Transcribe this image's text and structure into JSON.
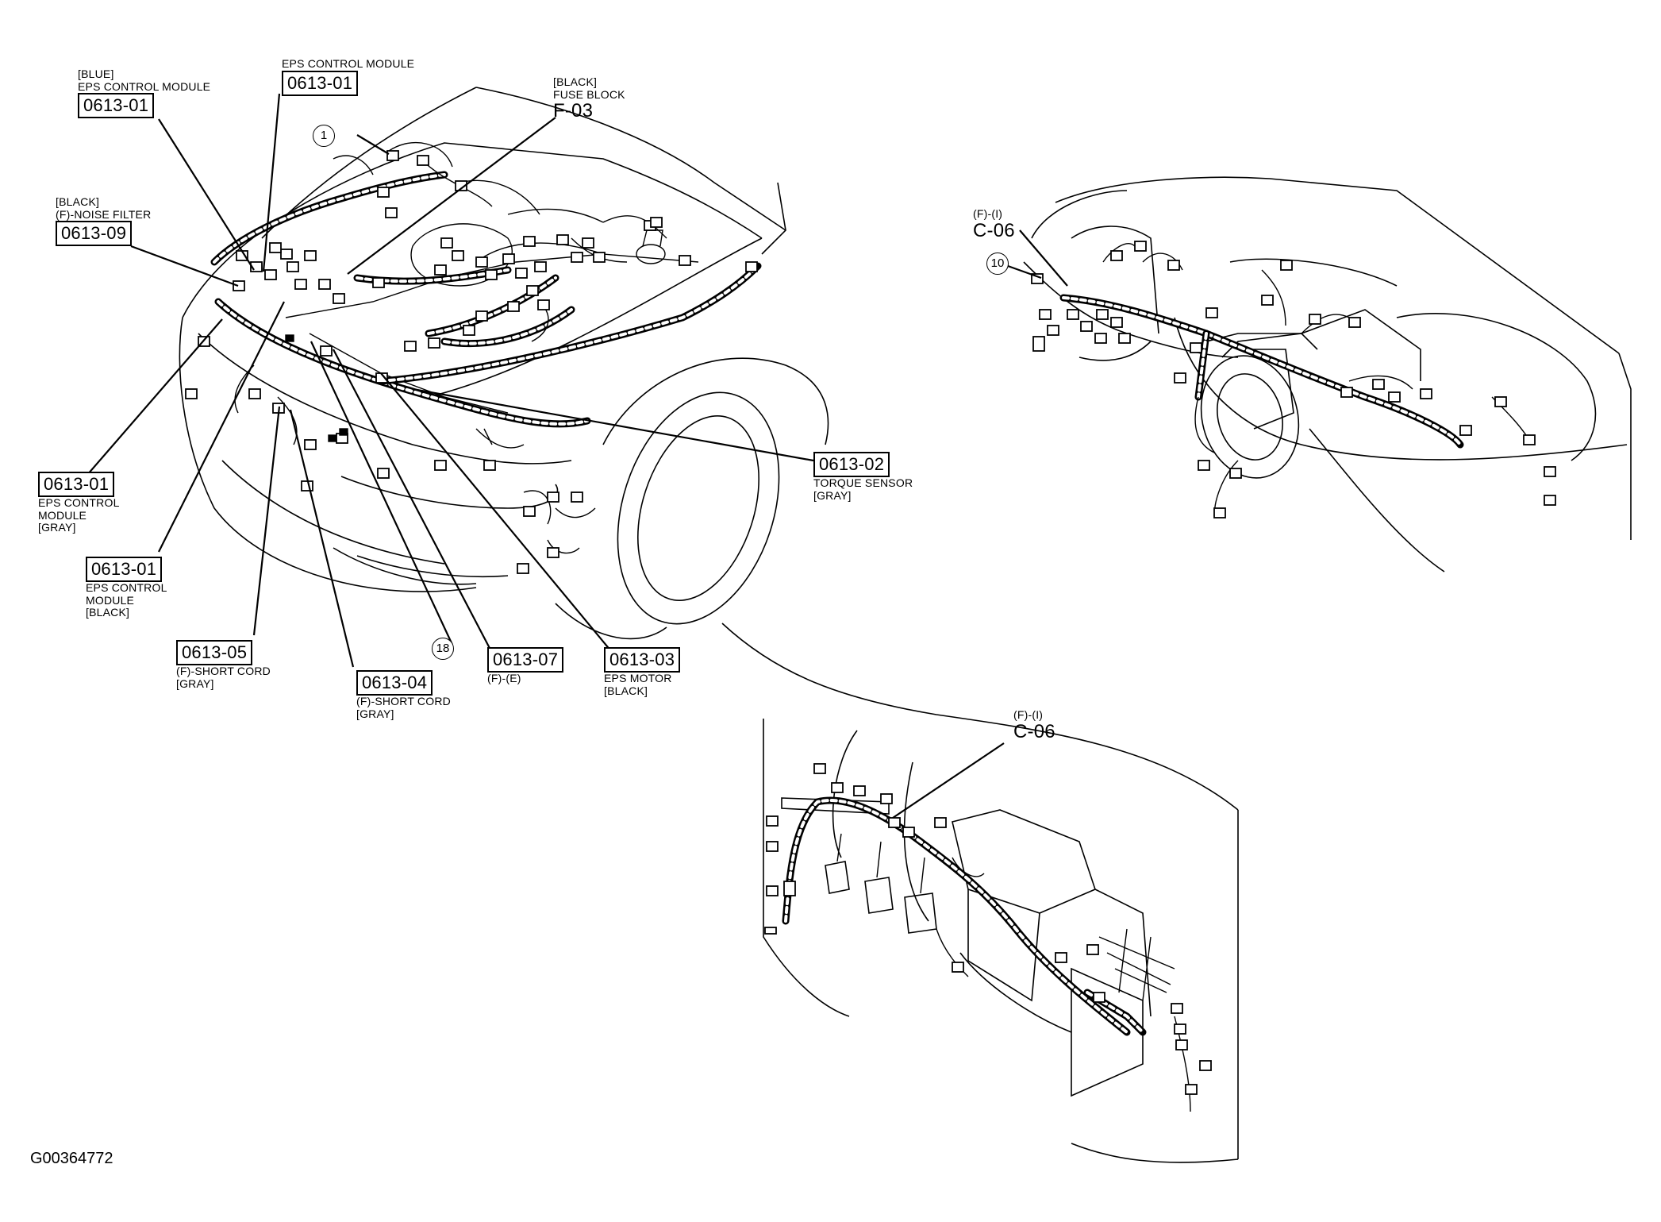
{
  "callouts": {
    "c_0613_01_blue": {
      "tag": "[BLUE]",
      "name": "EPS CONTROL MODULE",
      "code": "0613-01"
    },
    "c_0613_01_top": {
      "name": "EPS CONTROL MODULE",
      "code": "0613-01"
    },
    "c_f03": {
      "tag": "[BLACK]",
      "name": "FUSE BLOCK",
      "code": "F-03"
    },
    "c_0613_09": {
      "tag": "[BLACK]",
      "name": "(F)-NOISE FILTER",
      "code": "0613-09"
    },
    "c_0613_01_gray": {
      "code": "0613-01",
      "line1": "EPS CONTROL",
      "line2": "MODULE",
      "tag": "[GRAY]"
    },
    "c_0613_01_black": {
      "code": "0613-01",
      "line1": "EPS CONTROL",
      "line2": "MODULE",
      "tag": "[BLACK]"
    },
    "c_0613_05": {
      "code": "0613-05",
      "name": "(F)-SHORT CORD",
      "tag": "[GRAY]"
    },
    "c_0613_04": {
      "code": "0613-04",
      "name": "(F)-SHORT CORD",
      "tag": "[GRAY]"
    },
    "c_0613_07": {
      "code": "0613-07",
      "name": "(F)-(E)"
    },
    "c_0613_03": {
      "code": "0613-03",
      "name": "EPS MOTOR",
      "tag": "[BLACK]"
    },
    "c_0613_02": {
      "code": "0613-02",
      "name": "TORQUE SENSOR",
      "tag": "[GRAY]"
    },
    "c_c06_dash": {
      "tag": "(F)-(I)",
      "code": "C-06"
    },
    "c_c06_floor": {
      "tag": "(F)-(I)",
      "code": "C-06"
    }
  },
  "markers": {
    "m1": "1",
    "m10": "10",
    "m18": "18"
  },
  "figure_id": "G00364772"
}
